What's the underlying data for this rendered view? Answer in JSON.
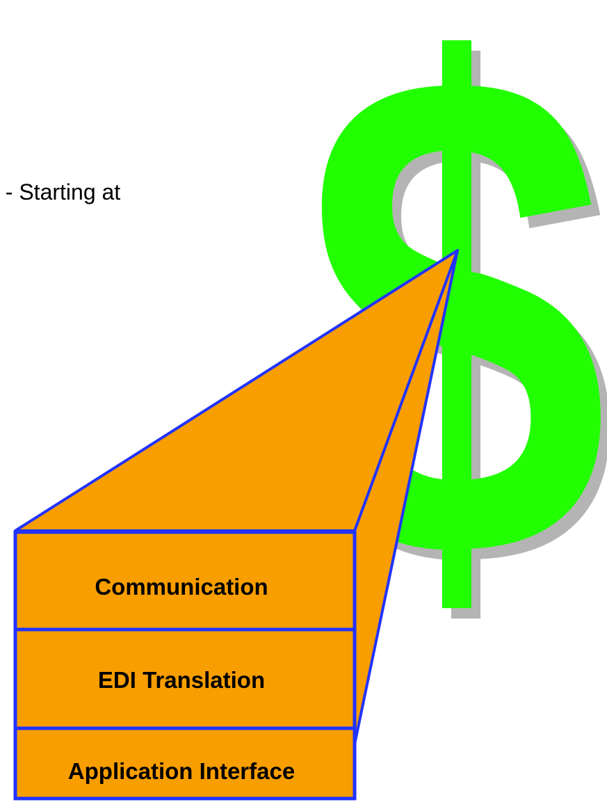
{
  "slide": {
    "title_fragment": "t",
    "bullet_fragment": "t - Starting at"
  },
  "graphic": {
    "symbol": "$",
    "symbol_color": "#22ff00",
    "shadow_color": "#b4b4b4"
  },
  "stack": {
    "fill_color": "#f99e00",
    "border_color": "#2233ff",
    "layers": [
      {
        "label": "Communication"
      },
      {
        "label": "EDI Translation"
      },
      {
        "label": "Application Interface"
      }
    ]
  }
}
